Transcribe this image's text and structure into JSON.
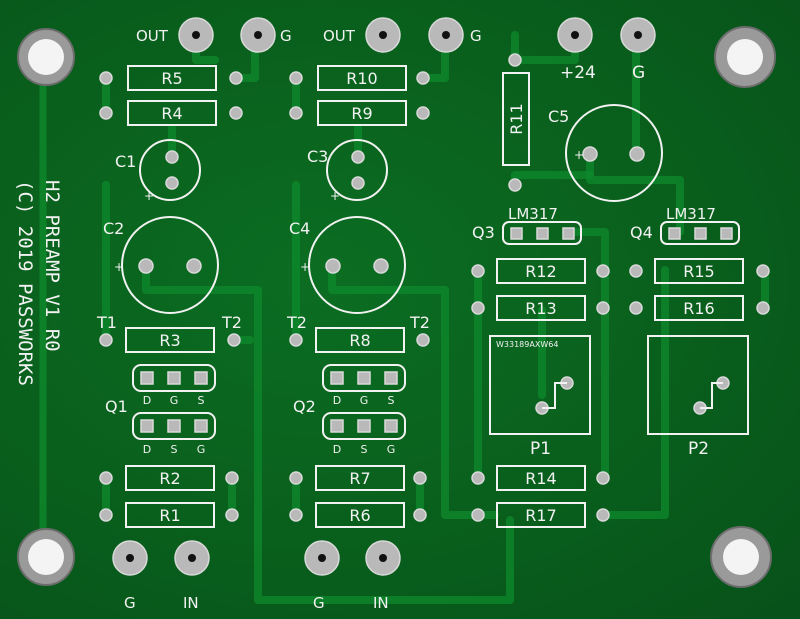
{
  "board": {
    "title_line1": "H2 PREAMP V1 R0",
    "title_line2": "(C) 2019 PASSWORKS"
  },
  "connectors": {
    "ch1_out": "OUT",
    "ch1_g": "G",
    "ch2_out": "OUT",
    "ch2_g": "G",
    "supply_plus": "+24",
    "supply_g": "G",
    "ch1_in_g": "G",
    "ch1_in": "IN",
    "ch2_in_g": "G",
    "ch2_in": "IN"
  },
  "resistors": {
    "r1": "R1",
    "r2": "R2",
    "r3": "R3",
    "r4": "R4",
    "r5": "R5",
    "r6": "R6",
    "r7": "R7",
    "r8": "R8",
    "r9": "R9",
    "r10": "R10",
    "r11": "R11",
    "r12": "R12",
    "r13": "R13",
    "r14": "R14",
    "r15": "R15",
    "r16": "R16",
    "r17": "R17"
  },
  "capacitors": {
    "c1": "C1",
    "c2": "C2",
    "c3": "C3",
    "c4": "C4",
    "c5": "C5",
    "plus": "+"
  },
  "transistors": {
    "q1": "Q1",
    "q2": "Q2",
    "q3": "Q3",
    "q4": "Q4",
    "reg_label": "LM317",
    "pin_d": "D",
    "pin_g": "G",
    "pin_s": "S",
    "t1": "T1",
    "t2": "T2"
  },
  "pots": {
    "p1": "P1",
    "p2": "P2",
    "p1_code": "W33189AXW64"
  }
}
